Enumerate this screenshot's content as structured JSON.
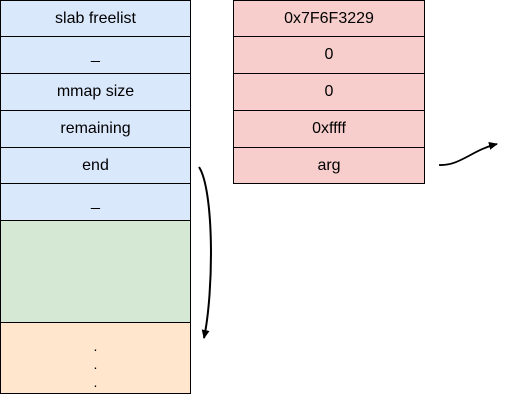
{
  "slab_block": {
    "rows": [
      {
        "label": "slab freelist"
      },
      {
        "label": "_"
      },
      {
        "label": "mmap size"
      },
      {
        "label": "remaining"
      },
      {
        "label": "end"
      },
      {
        "label": "_"
      }
    ],
    "data_region_label": "",
    "tail_dots": [
      ".",
      ".",
      "."
    ]
  },
  "value_block": {
    "rows": [
      {
        "value": "0x7F6F3229"
      },
      {
        "value": "0"
      },
      {
        "value": "0"
      },
      {
        "value": "0xffff"
      },
      {
        "value": "arg"
      }
    ]
  },
  "colors": {
    "header_fill": "#dae8fc",
    "value_fill": "#f8cecc",
    "data_fill": "#d5e8d4",
    "tail_fill": "#ffe6cc",
    "stroke": "#000000"
  }
}
